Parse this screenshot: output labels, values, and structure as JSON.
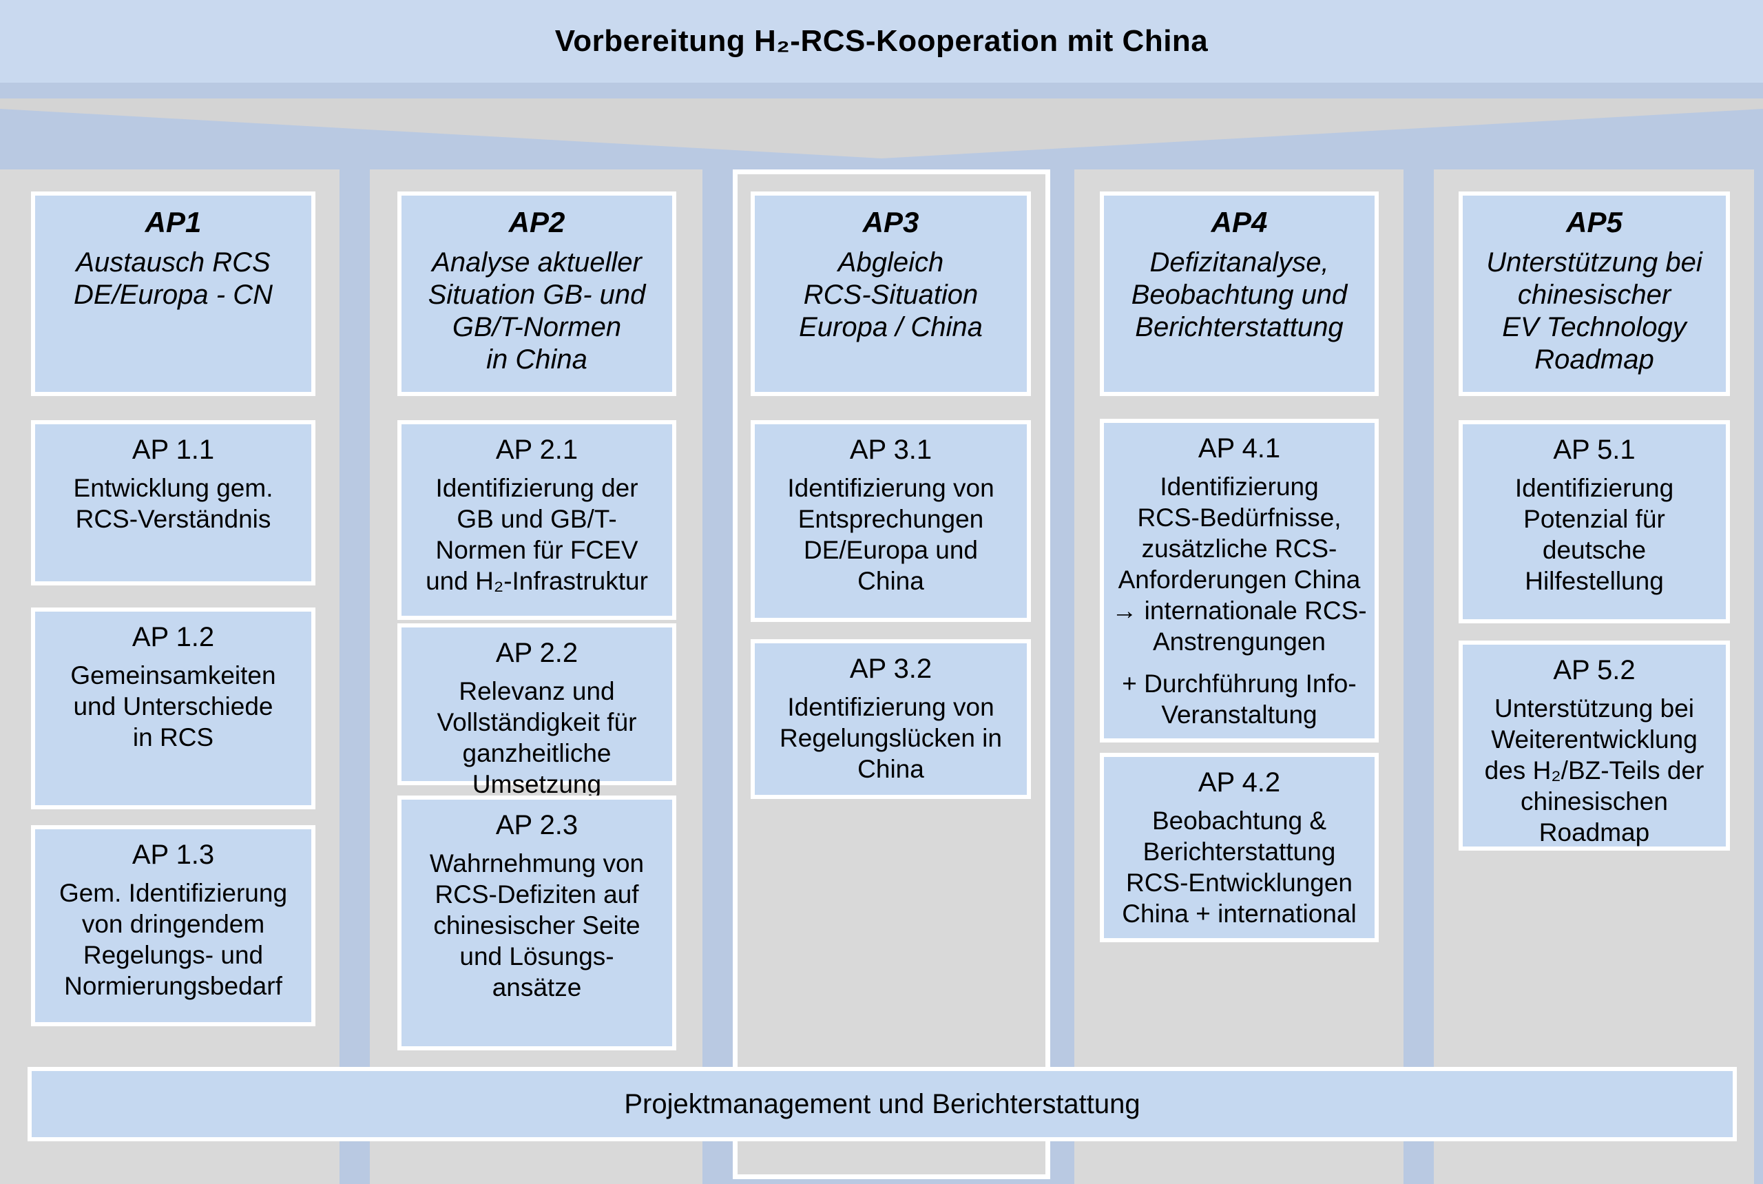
{
  "title": "Vorbereitung H₂-RCS-Kooperation mit China",
  "footer": {
    "label": "Projektmanagement und Berichterstattung"
  },
  "colors": {
    "page_background": "#b9c9e2",
    "title_band": "#c9d9ef",
    "box_fill": "#c5d8f0",
    "column_gray": "#d9d9d9",
    "funnel_gray": "#d4d4d4",
    "border_white": "#ffffff",
    "text": "#000000"
  },
  "columns": [
    {
      "name": "AP1",
      "header": {
        "id": "AP1",
        "lines": [
          "Austausch RCS",
          "DE/Europa - CN"
        ]
      },
      "boxes": [
        {
          "title": "AP 1.1",
          "lines": [
            "Entwicklung gem.",
            "RCS-Verständnis"
          ]
        },
        {
          "title": "AP 1.2",
          "lines": [
            "Gemeinsamkeiten",
            "und Unterschiede",
            "in RCS"
          ]
        },
        {
          "title": "AP 1.3",
          "lines": [
            "Gem. Identifizierung",
            "von dringendem",
            "Regelungs- und",
            "Normierungsbedarf"
          ]
        }
      ]
    },
    {
      "name": "AP2",
      "header": {
        "id": "AP2",
        "lines": [
          "Analyse aktueller",
          "Situation GB- und",
          "GB/T-Normen",
          "in China"
        ]
      },
      "boxes": [
        {
          "title": "AP 2.1",
          "lines": [
            "Identifizierung der",
            "GB und GB/T-",
            "Normen für FCEV",
            "und H₂-Infrastruktur"
          ]
        },
        {
          "title": "AP 2.2",
          "lines": [
            "Relevanz und",
            "Vollständigkeit für",
            "ganzheitliche",
            "Umsetzung"
          ]
        },
        {
          "title": "AP 2.3",
          "lines": [
            "Wahrnehmung von",
            "RCS-Defiziten auf",
            "chinesischer Seite",
            "und Lösungs-",
            "ansätze"
          ]
        }
      ]
    },
    {
      "name": "AP3",
      "header": {
        "id": "AP3",
        "lines": [
          "Abgleich",
          "RCS-Situation",
          "Europa / China"
        ]
      },
      "boxes": [
        {
          "title": "AP 3.1",
          "lines": [
            "Identifizierung von",
            "Entsprechungen",
            "DE/Europa und",
            "China"
          ]
        },
        {
          "title": "AP 3.2",
          "lines": [
            "Identifizierung von",
            "Regelungslücken in",
            "China"
          ]
        }
      ]
    },
    {
      "name": "AP4",
      "header": {
        "id": "AP4",
        "lines": [
          "Defizitanalyse,",
          "Beobachtung und",
          "Berichterstattung"
        ]
      },
      "boxes": [
        {
          "title": "AP 4.1",
          "lines": [
            "Identifizierung",
            "RCS-Bedürfnisse,",
            "zusätzliche RCS-",
            "Anforderungen China",
            "→ internationale RCS-",
            "Anstrengungen"
          ],
          "lines2": [
            "+ Durchführung Info-",
            "Veranstaltung"
          ]
        },
        {
          "title": "AP 4.2",
          "lines": [
            "Beobachtung &",
            "Berichterstattung",
            "RCS-Entwicklungen",
            "China + international"
          ]
        }
      ]
    },
    {
      "name": "AP5",
      "header": {
        "id": "AP5",
        "lines": [
          "Unterstützung bei",
          "chinesischer",
          "EV Technology",
          "Roadmap"
        ]
      },
      "boxes": [
        {
          "title": "AP 5.1",
          "lines": [
            "Identifizierung",
            "Potenzial für",
            "deutsche",
            "Hilfestellung"
          ]
        },
        {
          "title": "AP 5.2",
          "lines": [
            "Unterstützung bei",
            "Weiterentwicklung",
            "des H₂/BZ-Teils der",
            "chinesischen",
            "Roadmap"
          ]
        }
      ]
    }
  ]
}
